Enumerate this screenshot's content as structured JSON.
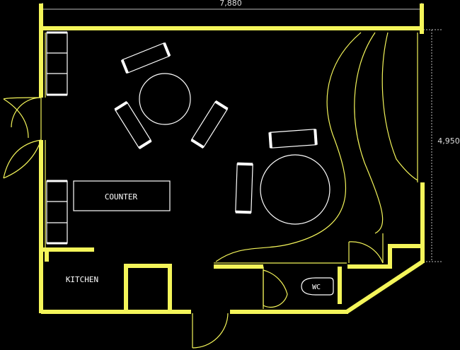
{
  "dimensions": {
    "width_label": "7,880",
    "height_label": "4,950"
  },
  "rooms": {
    "counter_label": "COUNTER",
    "kitchen_label": "KITCHEN",
    "wc_label": "WC"
  },
  "colors": {
    "wall": "#f4f55a",
    "line": "#f4f55a",
    "furniture": "#ffffff",
    "background": "#000000",
    "dimension": "#bbbbbb"
  }
}
